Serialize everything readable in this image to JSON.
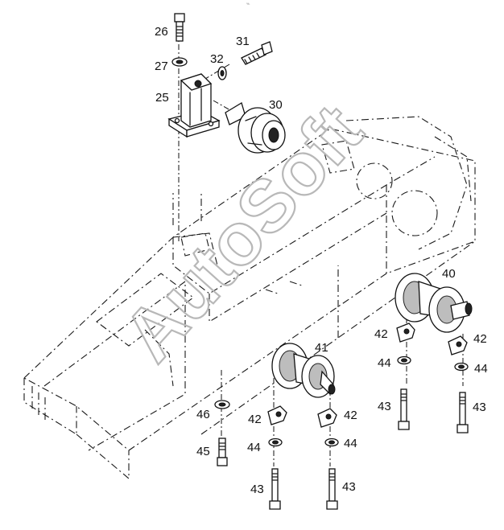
{
  "header_mark": "%.",
  "watermark": "AutoSoft",
  "callouts": {
    "c26": "26",
    "c27": "27",
    "c25": "25",
    "c31": "31",
    "c32": "32",
    "c30": "30",
    "c40": "40",
    "c41": "41",
    "c42a": "42",
    "c42b": "42",
    "c42c": "42",
    "c42d": "42",
    "c44a": "44",
    "c44b": "44",
    "c44c": "44",
    "c44d": "44",
    "c43a": "43",
    "c43b": "43",
    "c43c": "43",
    "c43d": "43",
    "c46": "46",
    "c45": "45"
  }
}
